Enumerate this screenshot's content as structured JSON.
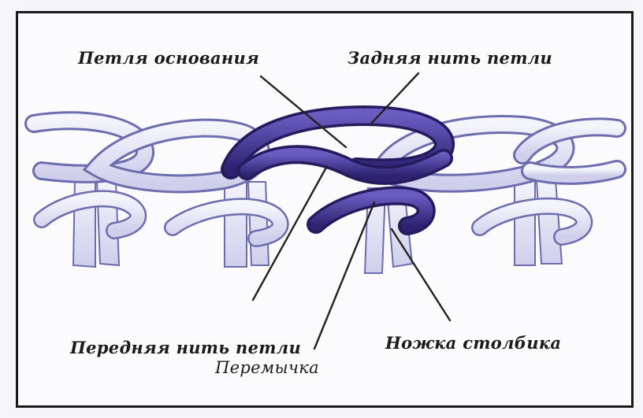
{
  "labels": {
    "base_loop": "Петля основания",
    "back_thread": "Задняя нить петли",
    "front_thread": "Передняя нить петли",
    "bridge": "Перемычка",
    "stitch_leg": "Ножка столбика"
  },
  "colors": {
    "yarn_light": "#e8e8f6",
    "yarn_outline": "#6c6cae",
    "yarn_dark": "#4a3b94",
    "yarn_dark_outline": "#241a5e",
    "pointer": "#222222",
    "frame": "#1a1a1a"
  }
}
